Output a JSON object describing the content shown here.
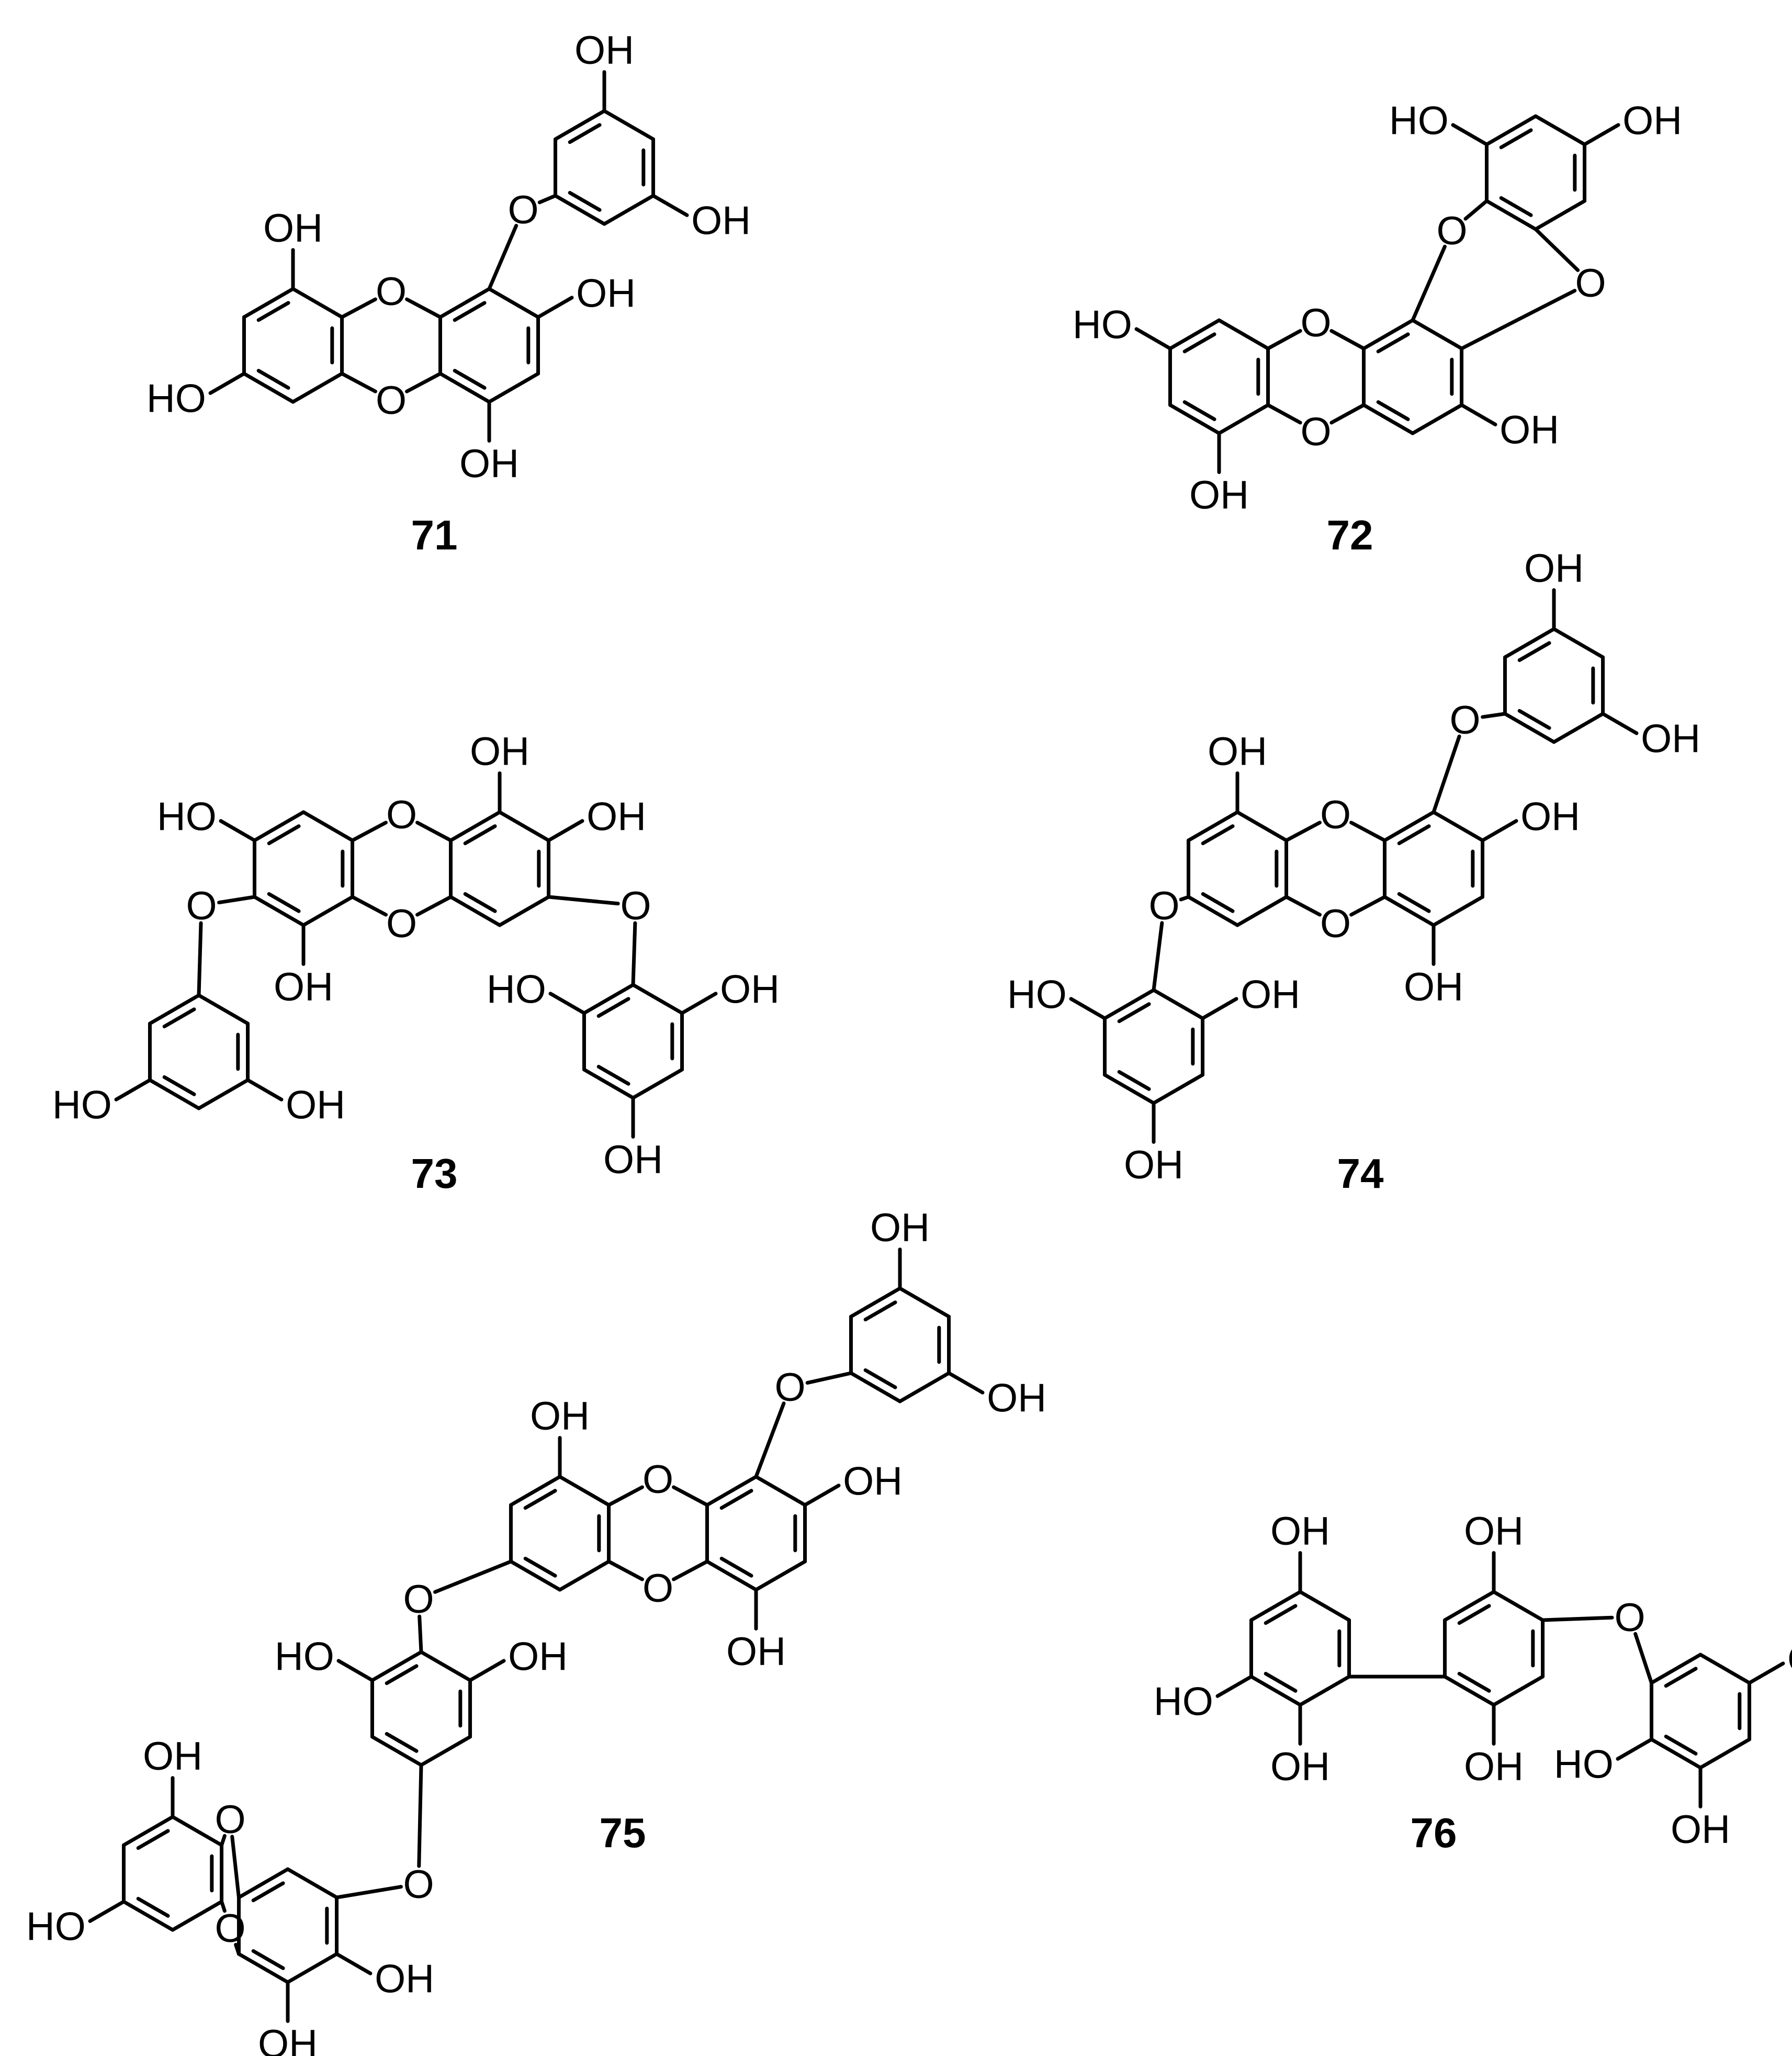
{
  "atoms": {
    "hydroxyl": "OH",
    "hydroxyl_rev": "HO",
    "oxygen": "O"
  },
  "compounds": [
    {
      "label": "71"
    },
    {
      "label": "72"
    },
    {
      "label": "73"
    },
    {
      "label": "74"
    },
    {
      "label": "75"
    },
    {
      "label": "76"
    }
  ]
}
